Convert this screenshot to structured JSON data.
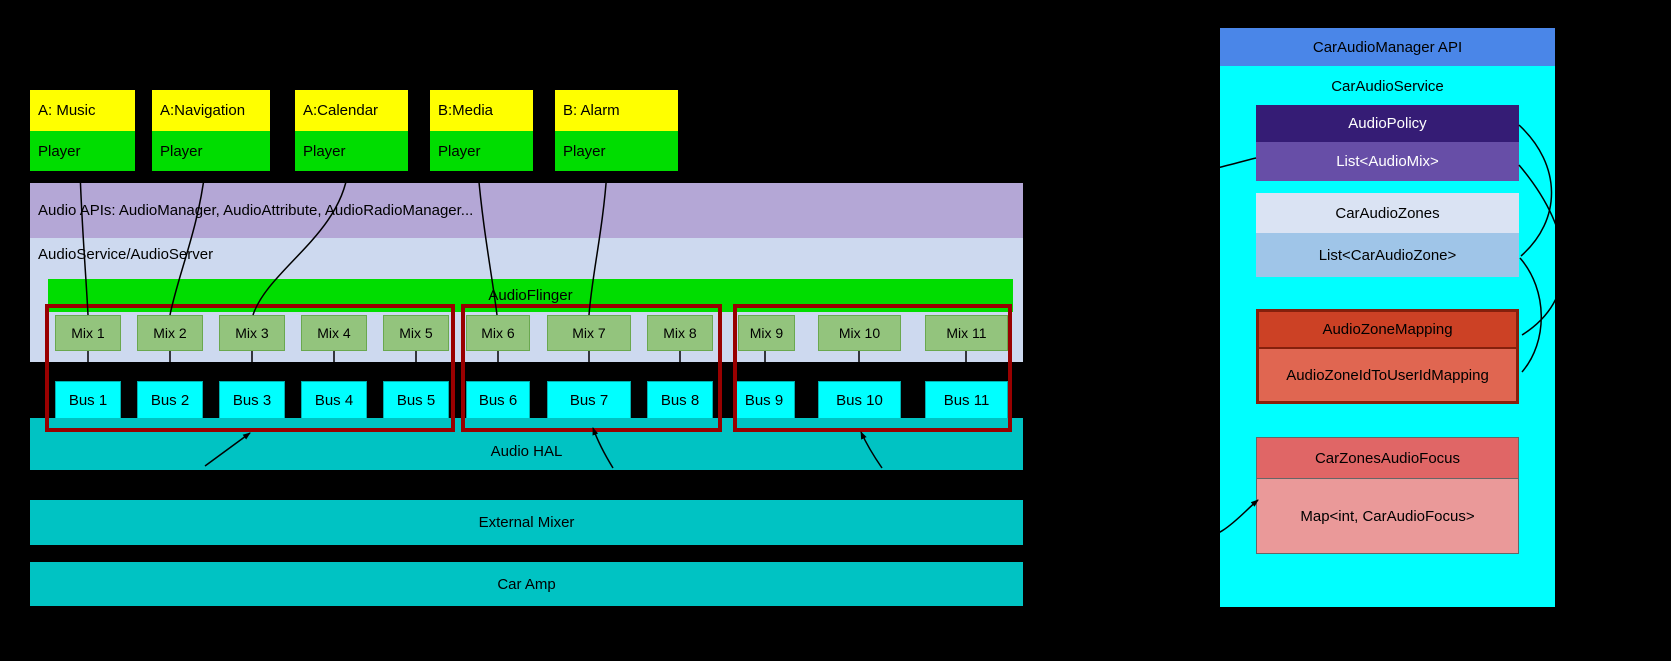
{
  "apps": [
    {
      "title": "A: Music",
      "player": "Player"
    },
    {
      "title": "A:Navigation",
      "player": "Player"
    },
    {
      "title": "A:Calendar",
      "player": "Player"
    },
    {
      "title": "B:Media",
      "player": "Player"
    },
    {
      "title": "B: Alarm",
      "player": "Player"
    }
  ],
  "layers": {
    "audio_apis": "Audio APIs: AudioManager, AudioAttribute, AudioRadioManager...",
    "audio_service": "AudioService/AudioServer",
    "audio_flinger": "AudioFlinger",
    "audio_hal": "Audio HAL",
    "external_mixer": "External Mixer",
    "car_amp": "Car Amp"
  },
  "mixes": [
    "Mix 1",
    "Mix 2",
    "Mix 3",
    "Mix 4",
    "Mix 5",
    "Mix 6",
    "Mix 7",
    "Mix 8",
    "Mix 9",
    "Mix 10",
    "Mix 11"
  ],
  "buses": [
    "Bus 1",
    "Bus 2",
    "Bus 3",
    "Bus 4",
    "Bus 5",
    "Bus 6",
    "Bus 7",
    "Bus 8",
    "Bus 9",
    "Bus 10",
    "Bus 11"
  ],
  "right_panel": {
    "header": "CarAudioManager API",
    "service_title": "CarAudioService",
    "audio_policy": {
      "title": "AudioPolicy",
      "detail": "List<AudioMix>"
    },
    "car_audio_zones": {
      "title": "CarAudioZones",
      "detail": "List<CarAudioZone>"
    },
    "audio_zone_mapping": {
      "title": "AudioZoneMapping",
      "detail": "AudioZoneIdToUserIdMapping"
    },
    "car_zones_audio_focus": {
      "title": "CarZonesAudioFocus",
      "detail": "Map<int, CarAudioFocus>"
    }
  },
  "colors": {
    "app_header": "#ffff00",
    "player": "#00dd00",
    "audio_apis_bar": "#b4a7d6",
    "audio_service_box": "#cdd9ef",
    "audio_flinger_bar": "#00dd00",
    "mix_box": "#93c47d",
    "bus_box": "#00ffff",
    "hal_bar": "#00c3c3",
    "group_border": "#990000",
    "panel_header": "#4a86e8",
    "panel_bg": "#00ffff",
    "audio_policy": "#351c75",
    "audio_mix_list": "#674ea7",
    "car_audio_zones": "#dae3f3",
    "car_audio_zone_list": "#9fc5e8",
    "zone_mapping": "#cc4125",
    "zone_mapping_detail": "#e06651",
    "zones_focus": "#e06666",
    "zones_focus_detail": "#ea9999"
  }
}
